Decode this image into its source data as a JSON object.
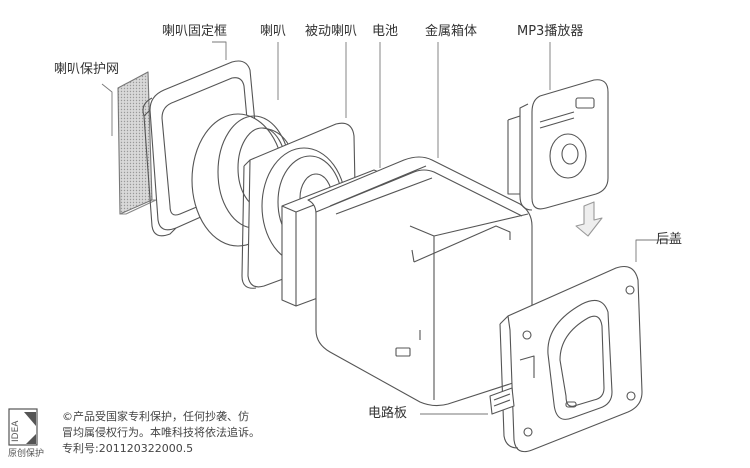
{
  "labels": {
    "speaker_grille": "喇叭保护网",
    "speaker_frame": "喇叭固定框",
    "speaker": "喇叭",
    "passive_speaker": "被动喇叭",
    "battery": "电池",
    "metal_box": "金属箱体",
    "mp3_player": "MP3播放器",
    "back_cover": "后盖",
    "circuit_board": "电路板"
  },
  "notice": {
    "line1": "©产品受国家专利保护，任何抄袭、仿",
    "line2": "冒均属侵权行为。本唯科技将依法追诉。",
    "line3": "专利号:201120322000.5"
  },
  "logo": {
    "text": "IDEA",
    "caption": "原创保护"
  }
}
